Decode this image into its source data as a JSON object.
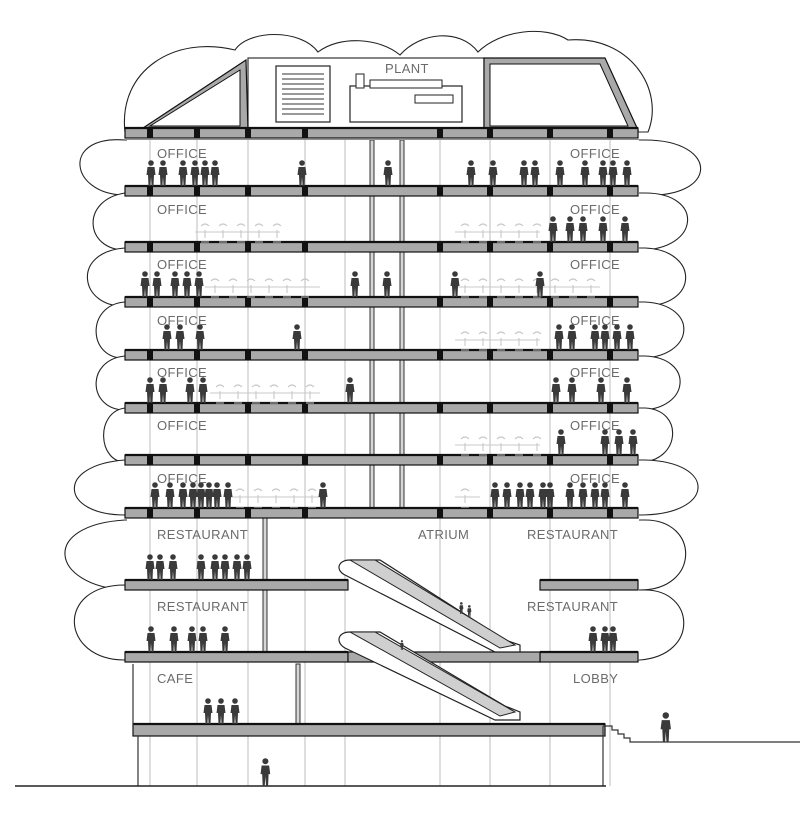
{
  "labels": {
    "plant": "PLANT",
    "office": "OFFICE",
    "restaurant": "RESTAURANT",
    "atrium": "ATRIUM",
    "cafe": "CAFE",
    "lobby": "LOBBY"
  },
  "colors": {
    "slab": "#a9a9a9",
    "line": "#111111",
    "label": "#6b6b6b",
    "person": "#3a3a3a"
  }
}
